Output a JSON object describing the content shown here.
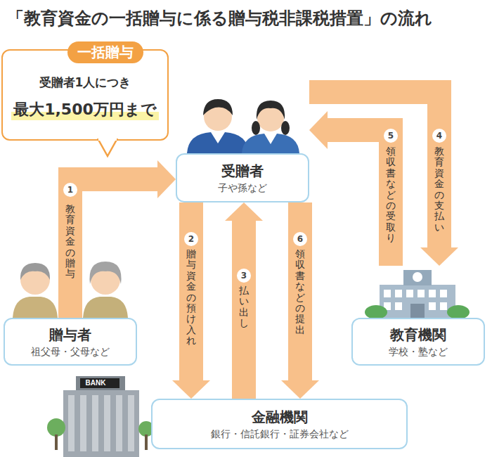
{
  "diagram": {
    "title": "「教育資金の一括贈与に係る贈与税非課税措置」の流れ",
    "nodes": [
      {
        "text": [
          "一括贈与",
          "受贈者1人につき",
          "最大1,500万円まで"
        ]
      },
      {
        "text": [
          "受贈者",
          "子や孫など"
        ]
      },
      {
        "text": [
          "贈与者",
          "祖父母・父母など"
        ]
      },
      {
        "text": [
          "教育機関",
          "学校・塾など"
        ]
      },
      {
        "text": [
          "金融機関",
          "銀行・信託銀行・証券会社など"
        ]
      }
    ],
    "edges": [
      {
        "from": 2,
        "to": 1,
        "label": "教育資金の贈与",
        "arrow": "to"
      },
      {
        "from": 1,
        "to": 4,
        "label": "贈与資金の預け入れ",
        "arrow": "to"
      },
      {
        "from": 4,
        "to": 1,
        "label": "払い出し",
        "arrow": "to"
      },
      {
        "from": 1,
        "to": 4,
        "label": "領収書などの提出",
        "arrow": "to"
      },
      {
        "from": 1,
        "to": 3,
        "label": "教育資金の支払い",
        "arrow": "to"
      },
      {
        "from": 3,
        "to": 1,
        "label": "領収書などの受取り",
        "arrow": "to"
      }
    ],
    "labels": [
      "BANK",
      "1",
      "2",
      "3",
      "4",
      "5",
      "6"
    ]
  }
}
